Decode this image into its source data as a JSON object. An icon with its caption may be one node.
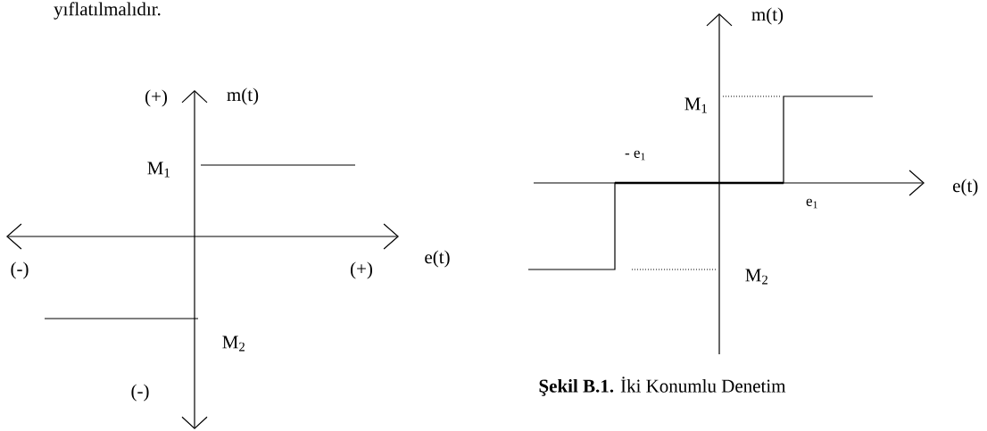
{
  "diagram": {
    "caption": "**Şekil B.1.** İki Konumlu Denetim",
    "labels": [
      "yıflatılmalıdır.",
      "(+)",
      "m(t)",
      "M$_{1}$",
      "(-)",
      "(+)",
      "e(t)",
      "M$_{2}$",
      "(-)",
      "m(t)",
      "M$_{1}$",
      "- e$_{1}$",
      "e$_{1}$",
      "e(t)",
      "M$_{2}$"
    ]
  }
}
